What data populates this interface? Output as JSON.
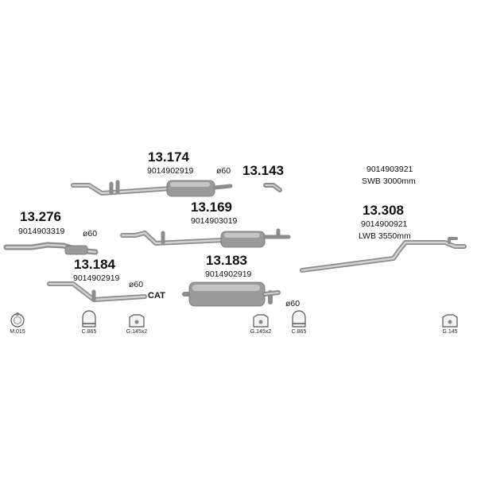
{
  "parts": [
    {
      "id": "p13174",
      "number": "13.174",
      "oem": "9014902919",
      "diameter": "ø60"
    },
    {
      "id": "p13143",
      "number": "13.143"
    },
    {
      "id": "p13276",
      "number": "13.276",
      "oem": "9014903319",
      "diameter": "ø60"
    },
    {
      "id": "p13169",
      "number": "13.169",
      "oem": "9014903019"
    },
    {
      "id": "p13184",
      "number": "13.184",
      "oem": "9014902919",
      "diameter": "ø60",
      "note": "CAT"
    },
    {
      "id": "p13183",
      "number": "13.183",
      "oem": "9014902919",
      "diameter": "ø60"
    },
    {
      "id": "p13308",
      "number": "13.308",
      "oem_top": "9014903921",
      "variant_top": "SWB 3000mm",
      "oem": "9014900921",
      "variant": "LWB 3550mm"
    }
  ],
  "hardware": [
    {
      "label": "M.015",
      "icon": "ring-clamp-icon"
    },
    {
      "label": "C.865",
      "icon": "u-clamp-icon"
    },
    {
      "label": "G.145x2",
      "icon": "rubber-hanger-icon"
    },
    {
      "label": "G.145x2",
      "icon": "rubber-hanger-icon"
    },
    {
      "label": "C.865",
      "icon": "u-clamp-icon"
    },
    {
      "label": "G.145",
      "icon": "rubber-hanger-icon"
    }
  ]
}
